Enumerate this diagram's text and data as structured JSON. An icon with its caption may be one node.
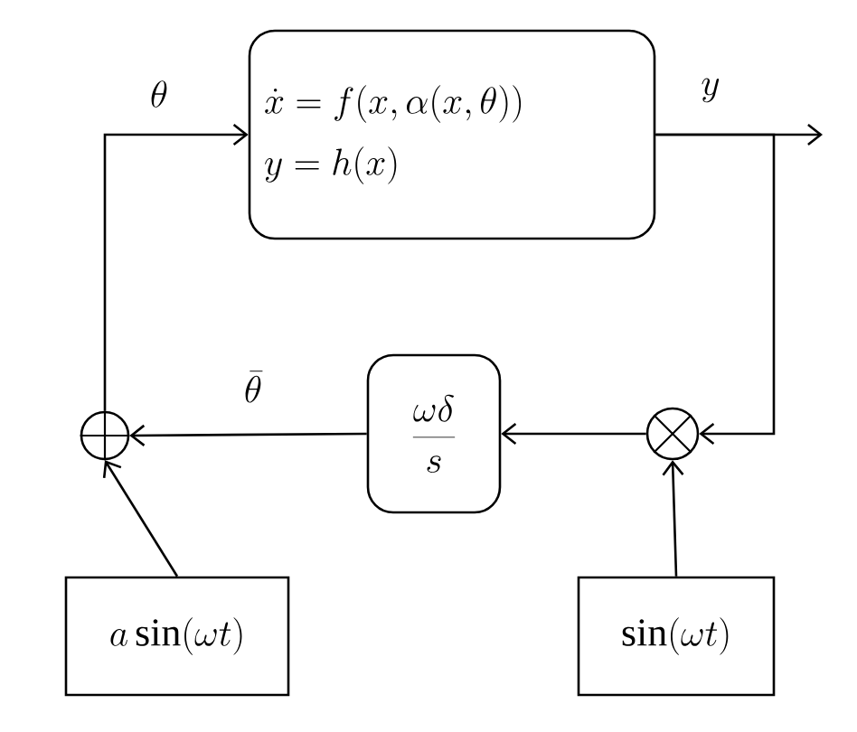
{
  "diagram": {
    "nodes": [
      {
        "text": [
          "\\dot{x}=f(x,\\alpha(x,\\theta))",
          "y=h(x)"
        ]
      },
      {
        "text": [
          "\\frac{\\omega\\delta}{s}"
        ]
      },
      {
        "text": [],
        "shape": "circle"
      },
      {
        "text": [],
        "shape": "circle"
      },
      {
        "text": [
          "a\\sin(\\omega t)"
        ]
      },
      {
        "text": [
          "\\sin(\\omega t)"
        ]
      }
    ],
    "edges": [
      {
        "from": 2,
        "to": 0,
        "arrow": "to",
        "label": "\\theta"
      },
      {
        "from": 0,
        "to": null,
        "arrow": "to",
        "label": "y"
      },
      {
        "from": 0,
        "to": 3,
        "arrow": "to"
      },
      {
        "from": 3,
        "to": 1,
        "arrow": "to"
      },
      {
        "from": 1,
        "to": 2,
        "arrow": "to",
        "label": "\\bar{\\theta}"
      },
      {
        "from": 4,
        "to": 2,
        "arrow": "to"
      },
      {
        "from": 5,
        "to": 3,
        "arrow": "to"
      }
    ]
  }
}
